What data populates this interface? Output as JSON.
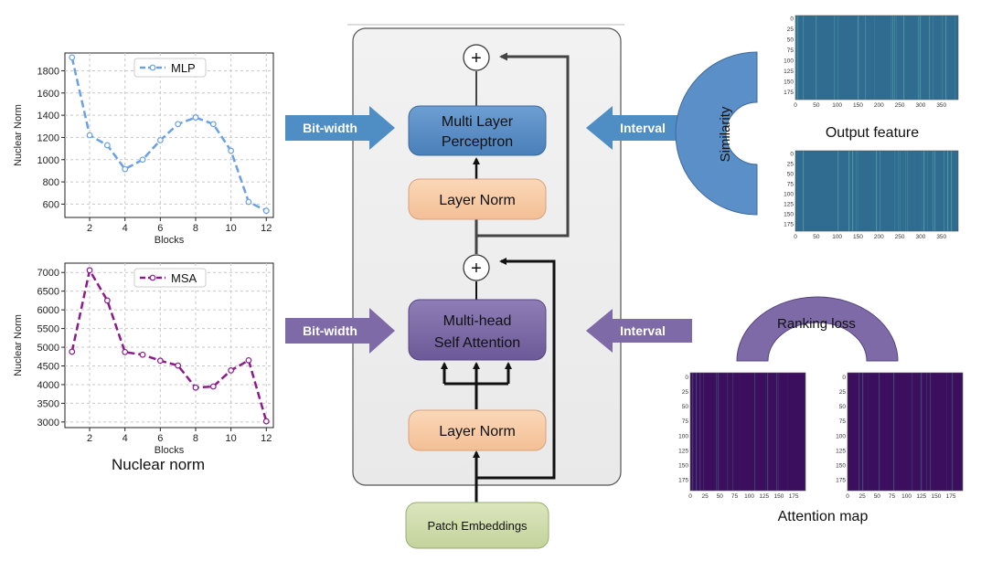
{
  "transformer_block": {
    "layer_norm_top": "Layer Norm",
    "mlp_line1": "Multi Layer",
    "mlp_line2": "Perceptron",
    "layer_norm_bottom": "Layer Norm",
    "msa_line1": "Multi-head",
    "msa_line2": "Self Attention",
    "plus_symbol": "+",
    "patch_embeddings": "Patch Embeddings"
  },
  "arrows": {
    "bitwidth_top": "Bit-width",
    "bitwidth_bottom": "Bit-width",
    "interval_top": "Interval",
    "interval_bottom": "Interval"
  },
  "right_panel": {
    "similarity": "Similarity",
    "output_feature_caption": "Output feature",
    "ranking_loss": "Ranking loss",
    "attention_map_caption": "Attention map",
    "feature_y_ticks": [
      "0",
      "25",
      "50",
      "75",
      "100",
      "125",
      "150",
      "175"
    ],
    "feature_x_ticks": [
      "0",
      "50",
      "100",
      "150",
      "200",
      "250",
      "300",
      "350"
    ],
    "attn_y_ticks": [
      "0",
      "25",
      "50",
      "75",
      "100",
      "125",
      "150",
      "175"
    ],
    "attn_x_ticks": [
      "0",
      "25",
      "50",
      "75",
      "100",
      "125",
      "150",
      "175"
    ]
  },
  "left_panel": {
    "caption": "Nuclear norm"
  },
  "colors": {
    "mlp_line": "#6aa0e6",
    "msa_line": "#8b1a8b",
    "mlp_box": "#5b8fc7",
    "msa_box": "#7d6aa6",
    "layer_norm_box": "#f6cba6",
    "patch_box": "#cfdcaa",
    "bitwidth_arrow": "#4f8dc5",
    "interval_arrow": "#4f8dc5",
    "heatmap_feature": "#2f6c8f",
    "heatmap_attention": "#3b0f5e"
  },
  "chart_data": [
    {
      "type": "line",
      "legend": "top-center",
      "xlabel": "Blocks",
      "ylabel": "Nuclear Norm",
      "xlim": [
        0.6,
        12.4
      ],
      "ylim": [
        480,
        1960
      ],
      "x_ticks": [
        2,
        4,
        6,
        8,
        10,
        12
      ],
      "y_ticks": [
        600,
        800,
        1000,
        1200,
        1400,
        1600,
        1800
      ],
      "grid": true,
      "series": [
        {
          "name": "MLP",
          "x": [
            1,
            2,
            3,
            4,
            5,
            6,
            7,
            8,
            9,
            10,
            11,
            12
          ],
          "y": [
            1920,
            1220,
            1130,
            915,
            1000,
            1175,
            1320,
            1380,
            1320,
            1080,
            620,
            540
          ]
        }
      ]
    },
    {
      "type": "line",
      "legend": "top-center",
      "xlabel": "Blocks",
      "ylabel": "Nuclear Norm",
      "xlim": [
        0.6,
        12.4
      ],
      "ylim": [
        2850,
        7250
      ],
      "x_ticks": [
        2,
        4,
        6,
        8,
        10,
        12
      ],
      "y_ticks": [
        3000,
        3500,
        4000,
        4500,
        5000,
        5500,
        6000,
        6500,
        7000
      ],
      "grid": true,
      "series": [
        {
          "name": "MSA",
          "x": [
            1,
            2,
            3,
            4,
            5,
            6,
            7,
            8,
            9,
            10,
            11,
            12
          ],
          "y": [
            4880,
            7060,
            6250,
            4870,
            4800,
            4640,
            4510,
            3920,
            3950,
            4380,
            4650,
            3020
          ]
        }
      ]
    }
  ]
}
